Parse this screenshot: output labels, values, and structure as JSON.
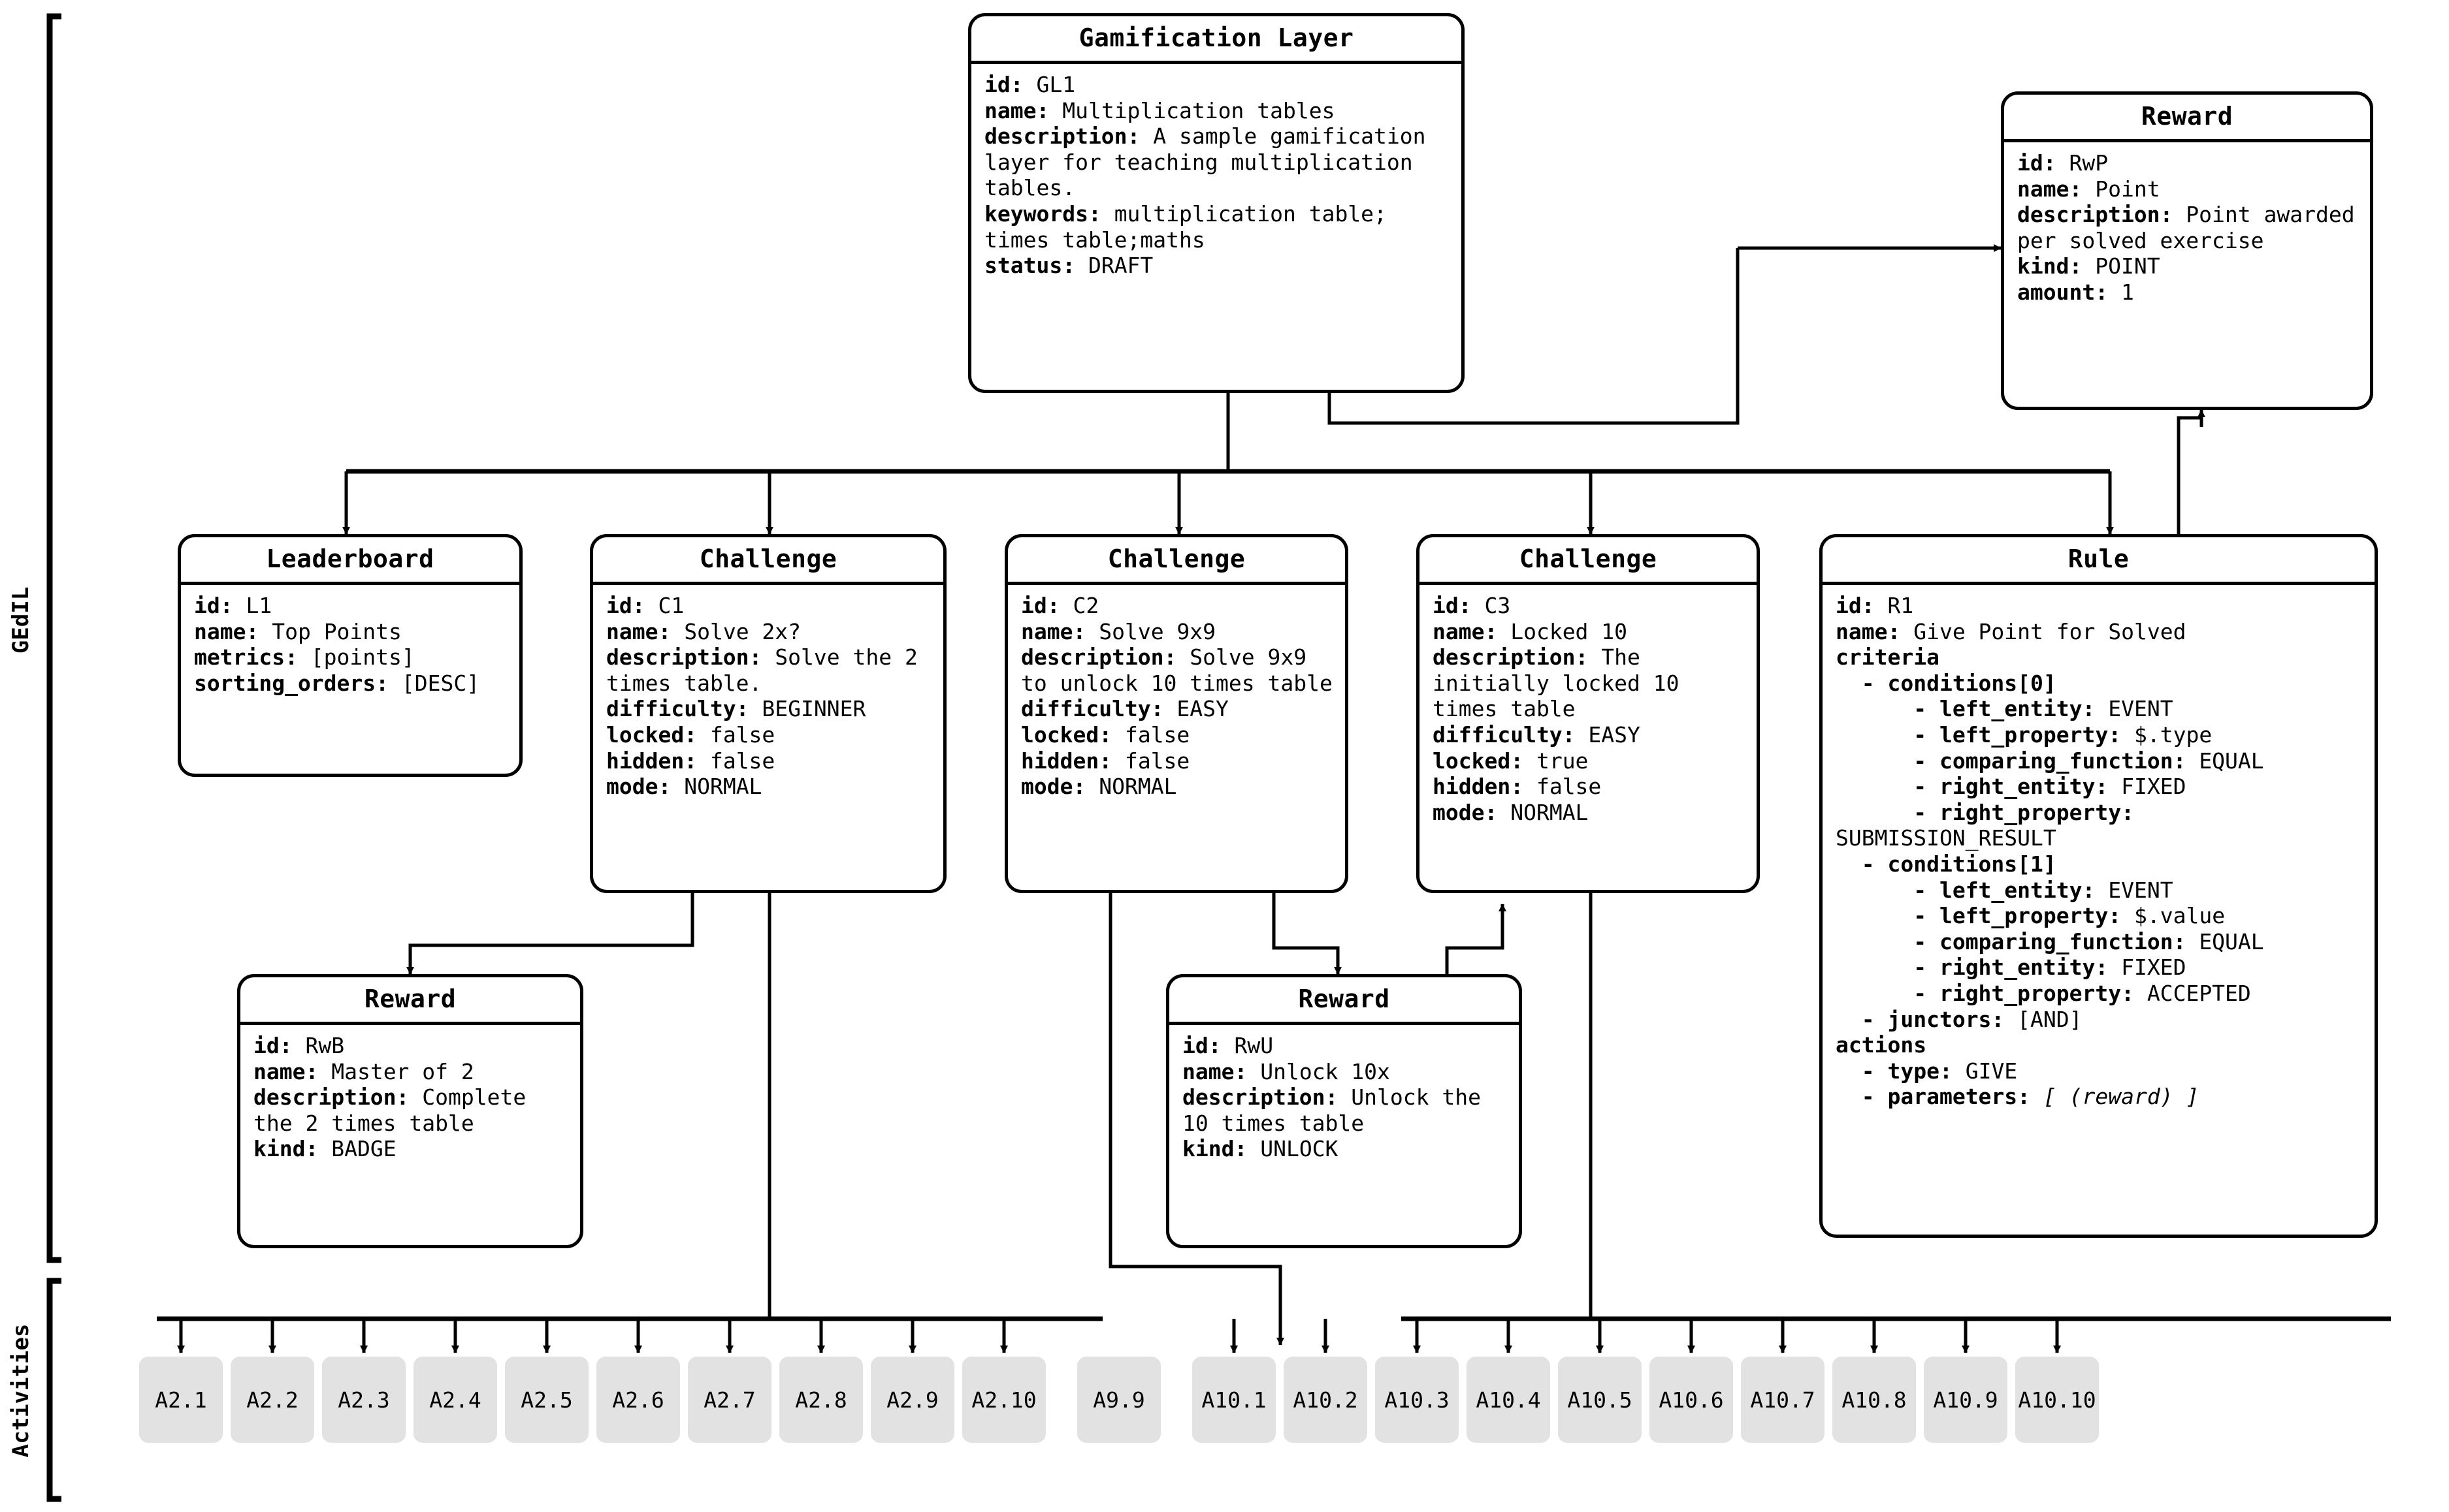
{
  "lanes": [
    {
      "id": "gedil",
      "label": "GEdIL"
    },
    {
      "id": "activities",
      "label": "Activities"
    }
  ],
  "cards": [
    {
      "id": "gamification-layer",
      "title": "Gamification Layer",
      "rows": [
        {
          "k": "id: ",
          "v": "GL1"
        },
        {
          "k": "name: ",
          "v": "Multiplication tables"
        },
        {
          "k": "description: ",
          "v": "A sample gamification layer for teaching multiplication tables."
        },
        {
          "k": "keywords: ",
          "v": "multiplication table; times table;maths"
        },
        {
          "k": "status: ",
          "v": "DRAFT"
        }
      ]
    },
    {
      "id": "reward-point",
      "title": "Reward",
      "rows": [
        {
          "k": "id: ",
          "v": "RwP"
        },
        {
          "k": "name: ",
          "v": "Point"
        },
        {
          "k": "description: ",
          "v": "Point awarded per solved exercise"
        },
        {
          "k": "kind: ",
          "v": "POINT"
        },
        {
          "k": "amount: ",
          "v": "1"
        }
      ]
    },
    {
      "id": "leaderboard",
      "title": "Leaderboard",
      "rows": [
        {
          "k": "id: ",
          "v": "L1"
        },
        {
          "k": "name: ",
          "v": "Top Points"
        },
        {
          "k": "metrics: ",
          "v": "[points]"
        },
        {
          "k": "sorting_orders: ",
          "v": "[DESC]"
        }
      ]
    },
    {
      "id": "challenge-c1",
      "title": "Challenge",
      "rows": [
        {
          "k": "id: ",
          "v": "C1"
        },
        {
          "k": "name: ",
          "v": "Solve 2x?"
        },
        {
          "k": "description: ",
          "v": "Solve the 2 times table."
        },
        {
          "k": "difficulty: ",
          "v": "BEGINNER"
        },
        {
          "k": "locked: ",
          "v": "false"
        },
        {
          "k": "hidden: ",
          "v": "false"
        },
        {
          "k": "mode: ",
          "v": "NORMAL"
        }
      ]
    },
    {
      "id": "challenge-c2",
      "title": "Challenge",
      "rows": [
        {
          "k": "id: ",
          "v": "C2"
        },
        {
          "k": "name: ",
          "v": "Solve 9x9"
        },
        {
          "k": "description: ",
          "v": "Solve 9x9 to unlock 10 times table"
        },
        {
          "k": "difficulty: ",
          "v": "EASY"
        },
        {
          "k": "locked: ",
          "v": "false"
        },
        {
          "k": "hidden: ",
          "v": "false"
        },
        {
          "k": "mode: ",
          "v": "NORMAL"
        }
      ]
    },
    {
      "id": "challenge-c3",
      "title": "Challenge",
      "rows": [
        {
          "k": "id: ",
          "v": "C3"
        },
        {
          "k": "name: ",
          "v": "Locked 10"
        },
        {
          "k": "description: ",
          "v": "The initially locked 10 times table"
        },
        {
          "k": "difficulty: ",
          "v": "EASY"
        },
        {
          "k": "locked: ",
          "v": "true"
        },
        {
          "k": "hidden: ",
          "v": "false"
        },
        {
          "k": "mode: ",
          "v": "NORMAL"
        }
      ]
    },
    {
      "id": "rule-r1",
      "title": "Rule",
      "rows": [
        {
          "k": "id: ",
          "v": "R1"
        },
        {
          "k": "name: ",
          "v": "Give Point for Solved"
        },
        {
          "k": "criteria",
          "v": ""
        },
        {
          "k": "  - conditions[0]",
          "v": ""
        },
        {
          "k": "      - left_entity: ",
          "v": "EVENT"
        },
        {
          "k": "      - left_property: ",
          "v": "$.type"
        },
        {
          "k": "      - comparing_function: ",
          "v": "EQUAL"
        },
        {
          "k": "      - right_entity: ",
          "v": "FIXED"
        },
        {
          "k": "      - right_property: ",
          "v": "SUBMISSION_RESULT"
        },
        {
          "k": "  - conditions[1]",
          "v": ""
        },
        {
          "k": "      - left_entity: ",
          "v": "EVENT"
        },
        {
          "k": "      - left_property: ",
          "v": "$.value"
        },
        {
          "k": "      - comparing_function: ",
          "v": "EQUAL"
        },
        {
          "k": "      - right_entity: ",
          "v": "FIXED"
        },
        {
          "k": "      - right_property: ",
          "v": "ACCEPTED"
        },
        {
          "k": "  - junctors: ",
          "v": "[AND]"
        },
        {
          "k": "actions",
          "v": ""
        },
        {
          "k": "  - type: ",
          "v": "GIVE"
        },
        {
          "k": "  - parameters: ",
          "v": "[ (reward) ]",
          "italic_value": true
        }
      ]
    },
    {
      "id": "reward-badge",
      "title": "Reward",
      "rows": [
        {
          "k": "id: ",
          "v": "RwB"
        },
        {
          "k": "name: ",
          "v": "Master of 2"
        },
        {
          "k": "description: ",
          "v": "Complete the 2 times table"
        },
        {
          "k": "kind: ",
          "v": "BADGE"
        }
      ]
    },
    {
      "id": "reward-unlock",
      "title": "Reward",
      "rows": [
        {
          "k": "id: ",
          "v": "RwU"
        },
        {
          "k": "name: ",
          "v": "Unlock 10x"
        },
        {
          "k": "description: ",
          "v": "Unlock the 10 times table"
        },
        {
          "k": "kind: ",
          "v": "UNLOCK"
        }
      ]
    }
  ],
  "activities": {
    "group_a2": [
      "A2.1",
      "A2.2",
      "A2.3",
      "A2.4",
      "A2.5",
      "A2.6",
      "A2.7",
      "A2.8",
      "A2.9",
      "A2.10"
    ],
    "group_a9": [
      "A9.9"
    ],
    "group_a10": [
      "A10.1",
      "A10.2",
      "A10.3",
      "A10.4",
      "A10.5",
      "A10.6",
      "A10.7",
      "A10.8",
      "A10.9",
      "A10.10"
    ]
  },
  "colors": {
    "stroke": "#000000",
    "card_fill": "#ffffff",
    "activity_fill": "#e2e2e2",
    "background": "#ffffff"
  }
}
